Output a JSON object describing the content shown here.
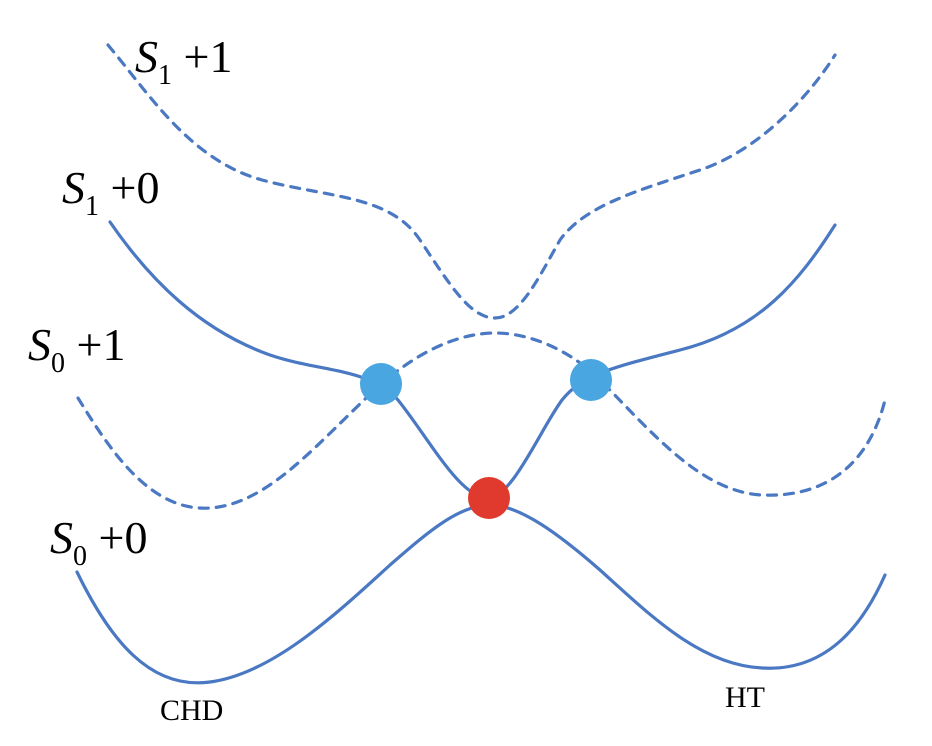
{
  "diagram": {
    "curve_labels": {
      "s1_plus_1": {
        "symbol": "S",
        "subscript": "1",
        "suffix": " +1"
      },
      "s1_plus_0": {
        "symbol": "S",
        "subscript": "1",
        "suffix": " +0"
      },
      "s0_plus_1": {
        "symbol": "S",
        "subscript": "0",
        "suffix": " +1"
      },
      "s0_plus_0": {
        "symbol": "S",
        "subscript": "0",
        "suffix": " +0"
      }
    },
    "geometry_labels": {
      "left": "CHD",
      "right": "HT"
    },
    "colors": {
      "curve": "#4a78c2",
      "conical_intersection_cyan": "#4aa6e0",
      "conical_intersection_red": "#e03a2e"
    }
  }
}
